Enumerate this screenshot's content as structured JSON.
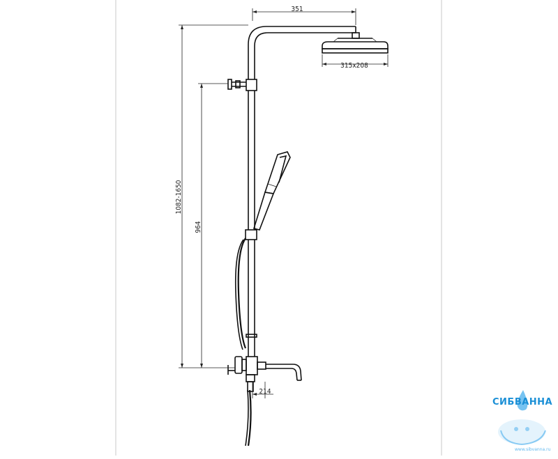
{
  "drawing": {
    "dimensions": {
      "arm_length": "351",
      "head_size": "315x208",
      "total_height": "1082-1650",
      "mixer_height": "964",
      "spout_length": "214"
    }
  },
  "brand": {
    "name": "СИБВАННА",
    "url": "www.sibvanna.ru",
    "color": "#1a8fd6",
    "water_color": "#5fb8ef"
  }
}
